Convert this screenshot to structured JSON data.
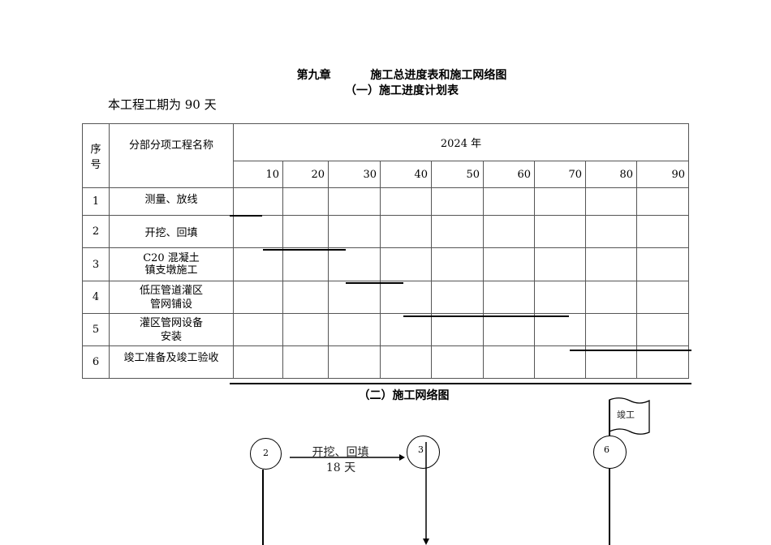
{
  "header": {
    "chapter_title": "第九章          施工总进度表和施工网络图",
    "section1_title": "（一）施工进度计划表",
    "duration_note": "本工程工期为 90 天"
  },
  "schedule_table": {
    "col_seq": "序号",
    "col_seq_line1": "序",
    "col_seq_line2": "号",
    "col_name": "分部分项工程名称",
    "year_label": "2024 年",
    "day_ticks": [
      "10",
      "20",
      "30",
      "40",
      "50",
      "60",
      "70",
      "80",
      "90"
    ],
    "rows": [
      {
        "seq": "1",
        "name_line1": "测量、放线",
        "name_line2": "",
        "bar_start_day": 0,
        "bar_end_day": 6
      },
      {
        "seq": "2",
        "name_line1": "开挖、回填",
        "name_line2": "",
        "bar_start_day": 6,
        "bar_end_day": 24
      },
      {
        "seq": "3",
        "name_line1": "C20 混凝土",
        "name_line2": "镇支墩施工",
        "bar_start_day": 24,
        "bar_end_day": 33
      },
      {
        "seq": "4",
        "name_line1": "低压管道灌区",
        "name_line2": "管网铺设",
        "bar_start_day": 33,
        "bar_end_day": 67
      },
      {
        "seq": "5",
        "name_line1": "灌区管网设备",
        "name_line2": "安装",
        "bar_start_day": 67,
        "bar_end_day": 90
      },
      {
        "seq": "6",
        "name_line1": "竣工准备及竣工验收",
        "name_line2": "",
        "bar_start_day": 0,
        "bar_end_day": 90
      }
    ]
  },
  "network_diagram": {
    "title": "（二）施工网络图",
    "nodes": [
      {
        "id": "2",
        "label": "2"
      },
      {
        "id": "3",
        "label": "3"
      },
      {
        "id": "6",
        "label": "6"
      }
    ],
    "edges": [
      {
        "from": "2",
        "to": "3",
        "activity": "开挖、回填",
        "duration": "18 天"
      }
    ],
    "flag_label": "竣工"
  }
}
